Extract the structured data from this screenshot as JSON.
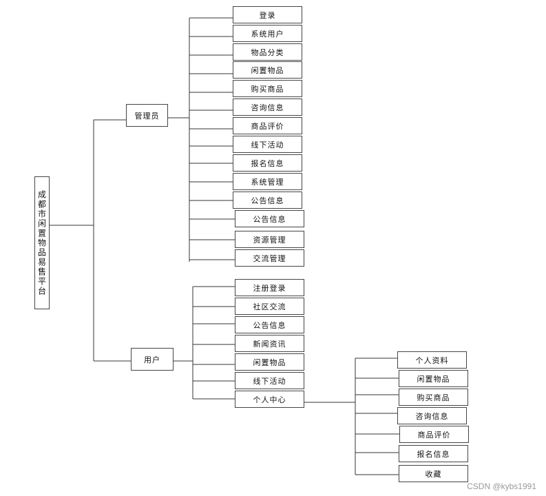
{
  "root": "成都市闲置物品易售平台",
  "admin": {
    "label": "管理员",
    "children": [
      "登录",
      "系统用户",
      "物品分类",
      "闲置物品",
      "购买商品",
      "咨询信息",
      "商品评价",
      "线下活动",
      "报名信息",
      "系统管理",
      "公告信息",
      "公告信息",
      "资源管理",
      "交流管理"
    ]
  },
  "user": {
    "label": "用户",
    "children": [
      "注册登录",
      "社区交流",
      "公告信息",
      "新闻资讯",
      "闲置物品",
      "线下活动",
      "个人中心"
    ]
  },
  "center": {
    "children": [
      "个人资料",
      "闲置物品",
      "购买商品",
      "咨询信息",
      "商品评价",
      "报名信息",
      "收藏"
    ]
  },
  "watermark": "CSDN @kybs1991"
}
